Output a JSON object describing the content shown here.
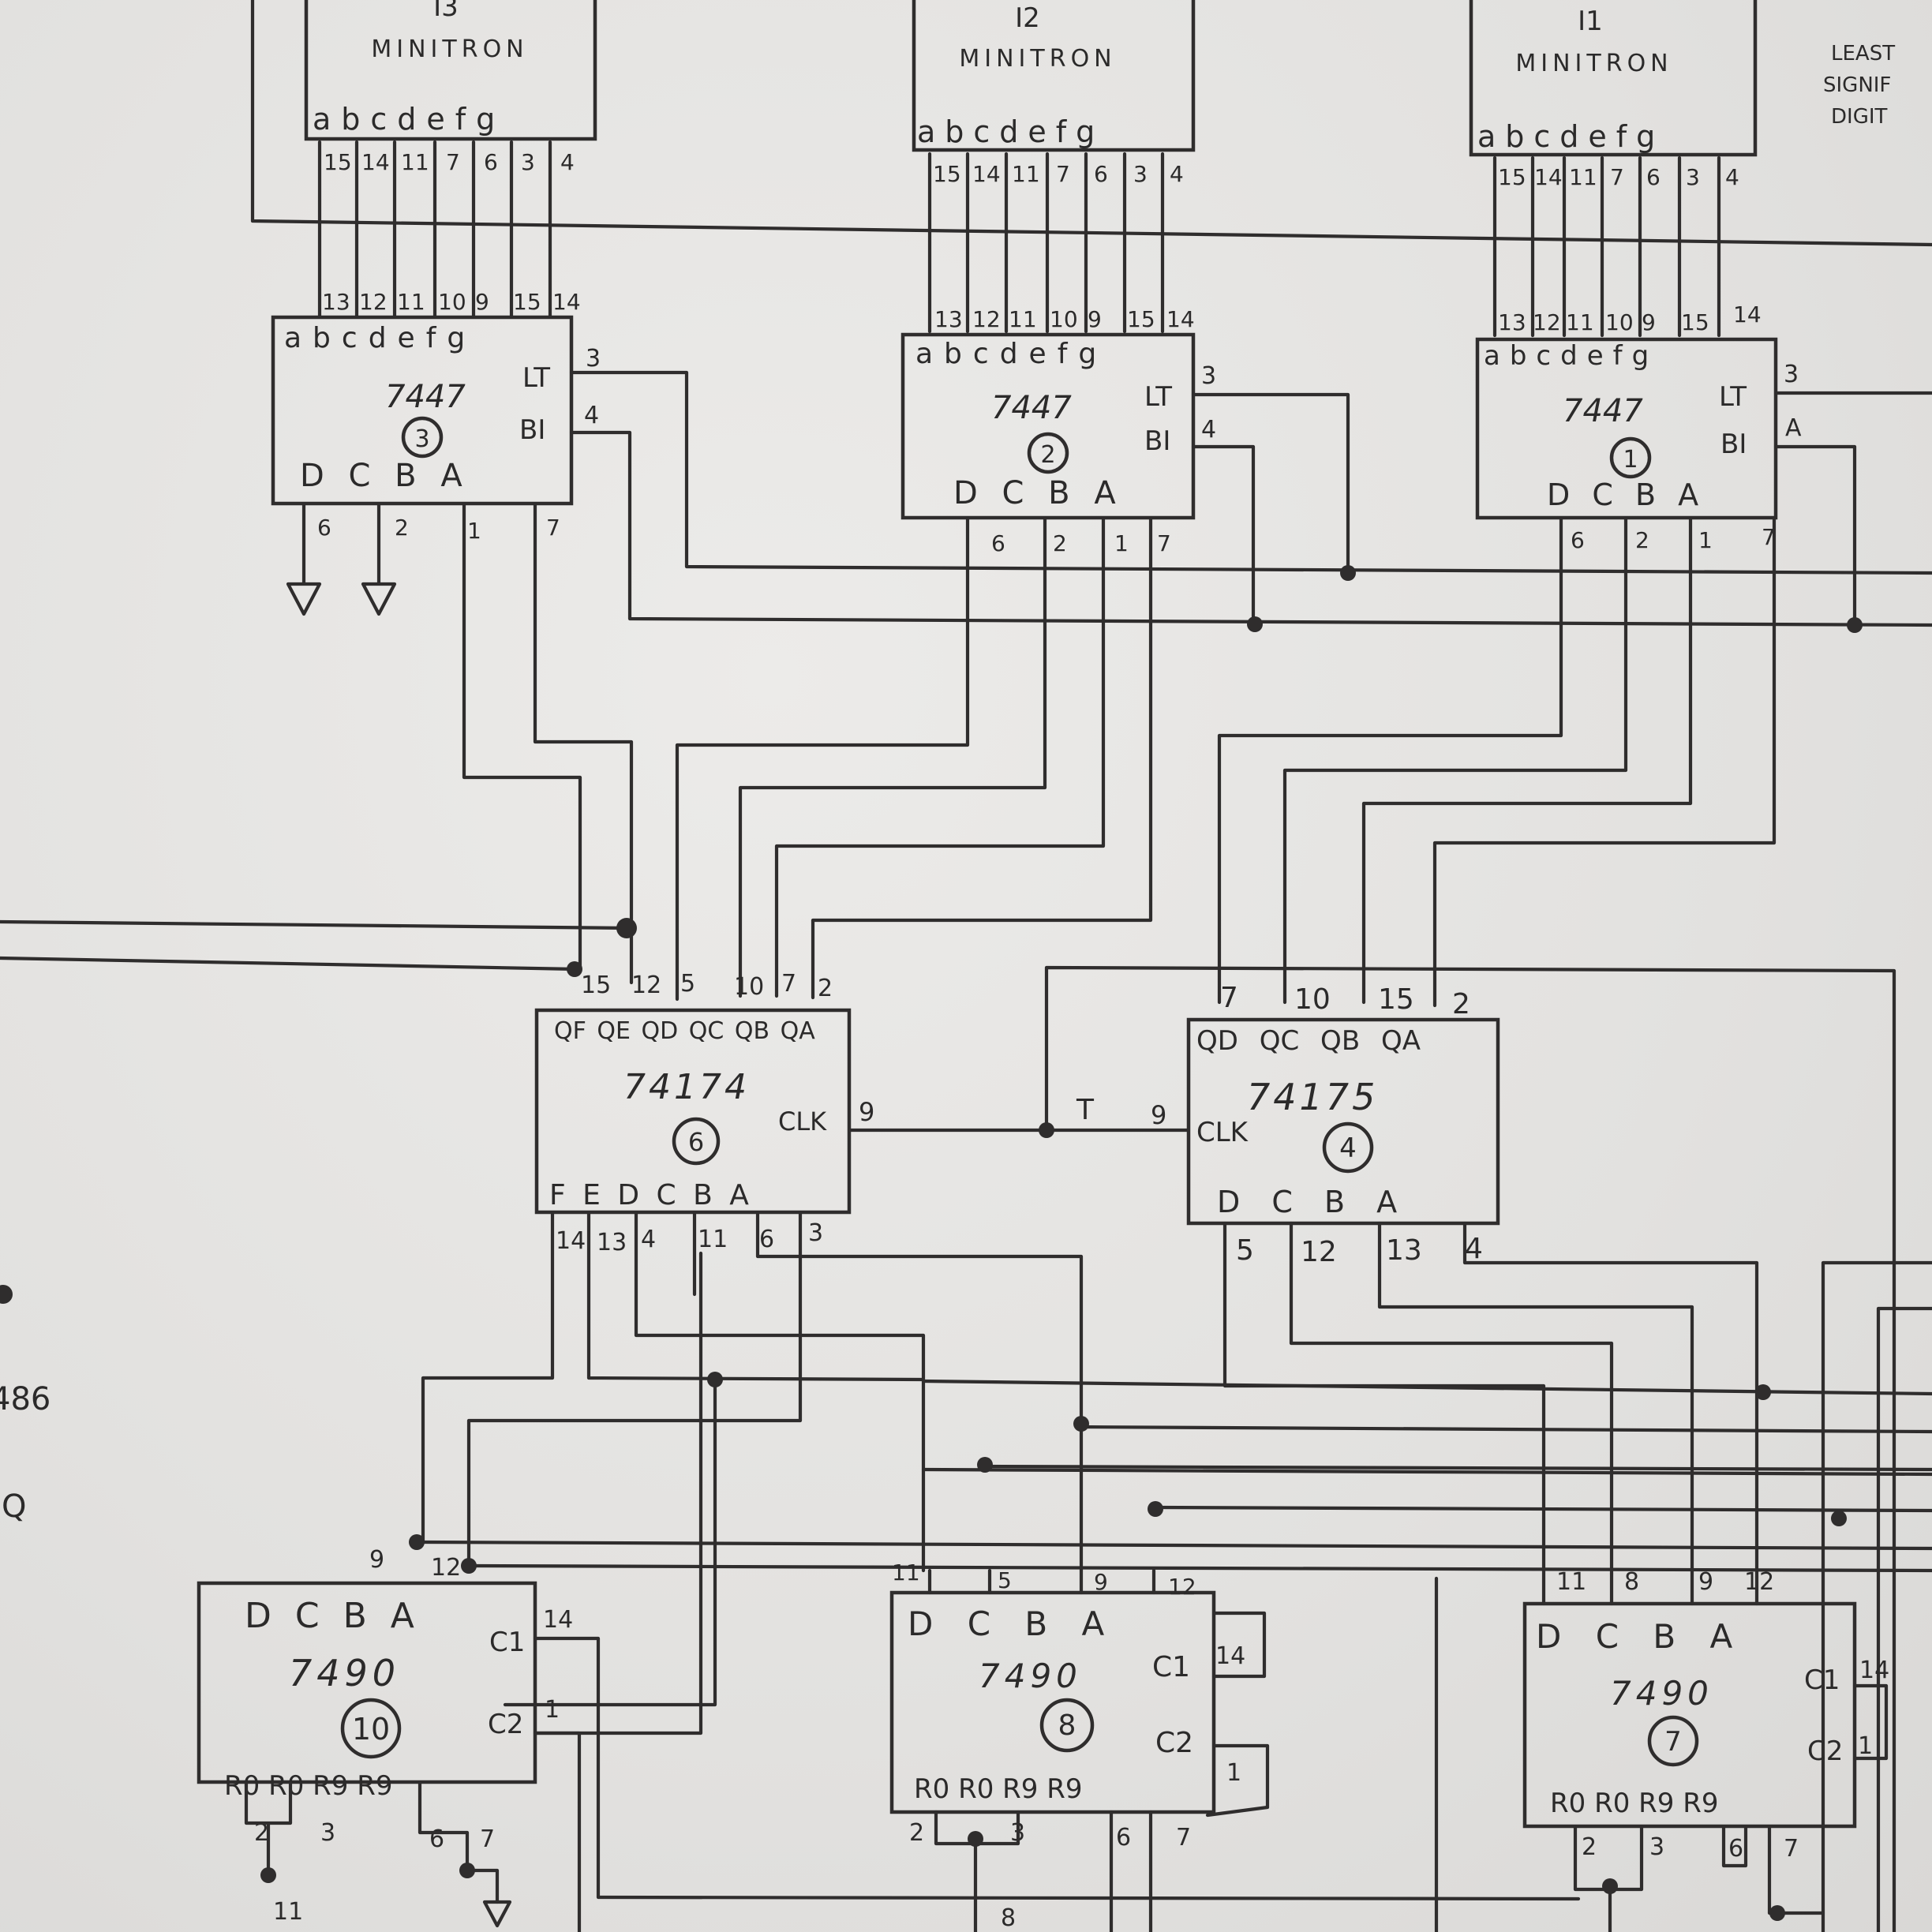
{
  "displays": [
    {
      "id": "I3",
      "name": "MINITRON",
      "segments": "abcdefg",
      "pins": [
        "15",
        "14",
        "11",
        "7",
        "6",
        "3",
        "4"
      ]
    },
    {
      "id": "I2",
      "name": "MINITRON",
      "segments": "abcdefg",
      "pins": [
        "15",
        "14",
        "11",
        "7",
        "6",
        "3",
        "4"
      ]
    },
    {
      "id": "I1",
      "name": "MINITRON",
      "segments": "abcdefg",
      "pins": [
        "15",
        "14",
        "11",
        "7",
        "6",
        "3",
        "4"
      ]
    }
  ],
  "note": [
    "LEAST",
    "SIGNIF",
    "DIGIT"
  ],
  "decoders": [
    {
      "part": "7447",
      "num": "3",
      "segs": "abcdefg",
      "top_pins": [
        "13",
        "12",
        "11",
        "10",
        "9",
        "15",
        "14"
      ],
      "lt": "LT",
      "bi": "BI",
      "lt_pin": "3",
      "bi_pin": "4",
      "inputs": "D C B A",
      "bottom_pins": [
        "6",
        "2",
        "1",
        "7"
      ]
    },
    {
      "part": "7447",
      "num": "2",
      "segs": "abcdefg",
      "top_pins": [
        "13",
        "12",
        "11",
        "10",
        "9",
        "15",
        "14"
      ],
      "lt": "LT",
      "bi": "BI",
      "lt_pin": "3",
      "bi_pin": "4",
      "inputs": "D C B A",
      "bottom_pins": [
        "6",
        "2",
        "1",
        "7"
      ]
    },
    {
      "part": "7447",
      "num": "1",
      "segs": "abcdefg",
      "top_pins": [
        "13",
        "12",
        "11",
        "10",
        "9",
        "15",
        "14"
      ],
      "lt": "LT",
      "bi": "BI",
      "lt_pin": "3",
      "bi_pin": "A",
      "inputs": "D C B A",
      "bottom_pins": [
        "6",
        "2",
        "1",
        "7"
      ]
    }
  ],
  "latch6": {
    "part": "74174",
    "num": "6",
    "top_pins": [
      "15",
      "12",
      "5",
      "10",
      "7",
      "2"
    ],
    "outputs": "QF QE QD QC QB QA",
    "clk": "CLK",
    "clk_pin": "9",
    "inputs": "F E D C B A",
    "bottom_pins": [
      "14",
      "13",
      "4",
      "11",
      "6",
      "3"
    ]
  },
  "latch4": {
    "part": "74175",
    "num": "4",
    "top_pins": [
      "7",
      "10",
      "15",
      "2"
    ],
    "outputs": "QD QC QB QA",
    "clk": "CLK",
    "clk_pin": "9",
    "inputs": "D C B A",
    "bottom_pins": [
      "5",
      "12",
      "13",
      "4"
    ]
  },
  "clock_label": "T",
  "counters": [
    {
      "part": "7490",
      "num": "10",
      "inputs": "D C B A",
      "top_pins": [
        "9",
        "12"
      ],
      "c1": "C1",
      "c2": "C2",
      "c1_pin": "14",
      "c2_pin": "1",
      "resets": "R0 R0 R9 R9",
      "bottom_pins": [
        "2",
        "3",
        "6",
        "7"
      ],
      "extra": "11"
    },
    {
      "part": "7490",
      "num": "8",
      "inputs": "D C B A",
      "top_pins": [
        "11",
        "5",
        "9",
        "12"
      ],
      "c1": "C1",
      "c2": "C2",
      "c1_pin": "14",
      "c2_pin": "1",
      "resets": "R0 R0 R9 R9",
      "bottom_pins": [
        "2",
        "3",
        "6",
        "7"
      ],
      "extra": "8"
    },
    {
      "part": "7490",
      "num": "7",
      "inputs": "D C B A",
      "top_pins": [
        "11",
        "8",
        "9",
        "12"
      ],
      "c1": "C1",
      "c2": "C2",
      "c1_pin": "14",
      "c2_pin": "1",
      "resets": "R0 R0 R9 R9",
      "bottom_pins": [
        "2",
        "3",
        "6",
        "7"
      ]
    }
  ],
  "left_edge": [
    "486",
    "Q"
  ]
}
